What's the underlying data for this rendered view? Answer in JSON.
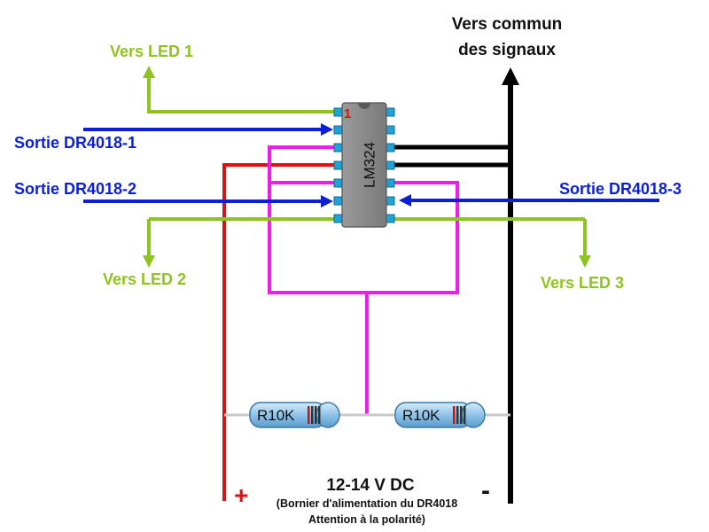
{
  "labels": {
    "led1": "Vers LED 1",
    "led2": "Vers LED 2",
    "led3": "Vers LED 3",
    "sortie1": "Sortie DR4018-1",
    "sortie2": "Sortie DR4018-2",
    "sortie3": "Sortie DR4018-3",
    "commun_line1": "Vers commun",
    "commun_line2": "des signaux",
    "voltage": "12-14 V DC",
    "note_line1": "(Bornier d'alimentation du DR4018",
    "note_line2": "Attention à la polarité)",
    "plus": "+",
    "minus": "-"
  },
  "chip": {
    "name": "LM324",
    "pin1_marker": "1"
  },
  "resistors": [
    {
      "label": "R10K"
    },
    {
      "label": "R10K"
    }
  ],
  "colors": {
    "green": "#8fc31f",
    "blue": "#0a1fd6",
    "red": "#e01010",
    "magenta": "#ee1ee8",
    "black": "#000000",
    "chip_body": "#8a8a8a",
    "pin": "#1fa3d6",
    "resistor_body": "#8fc3e8"
  }
}
